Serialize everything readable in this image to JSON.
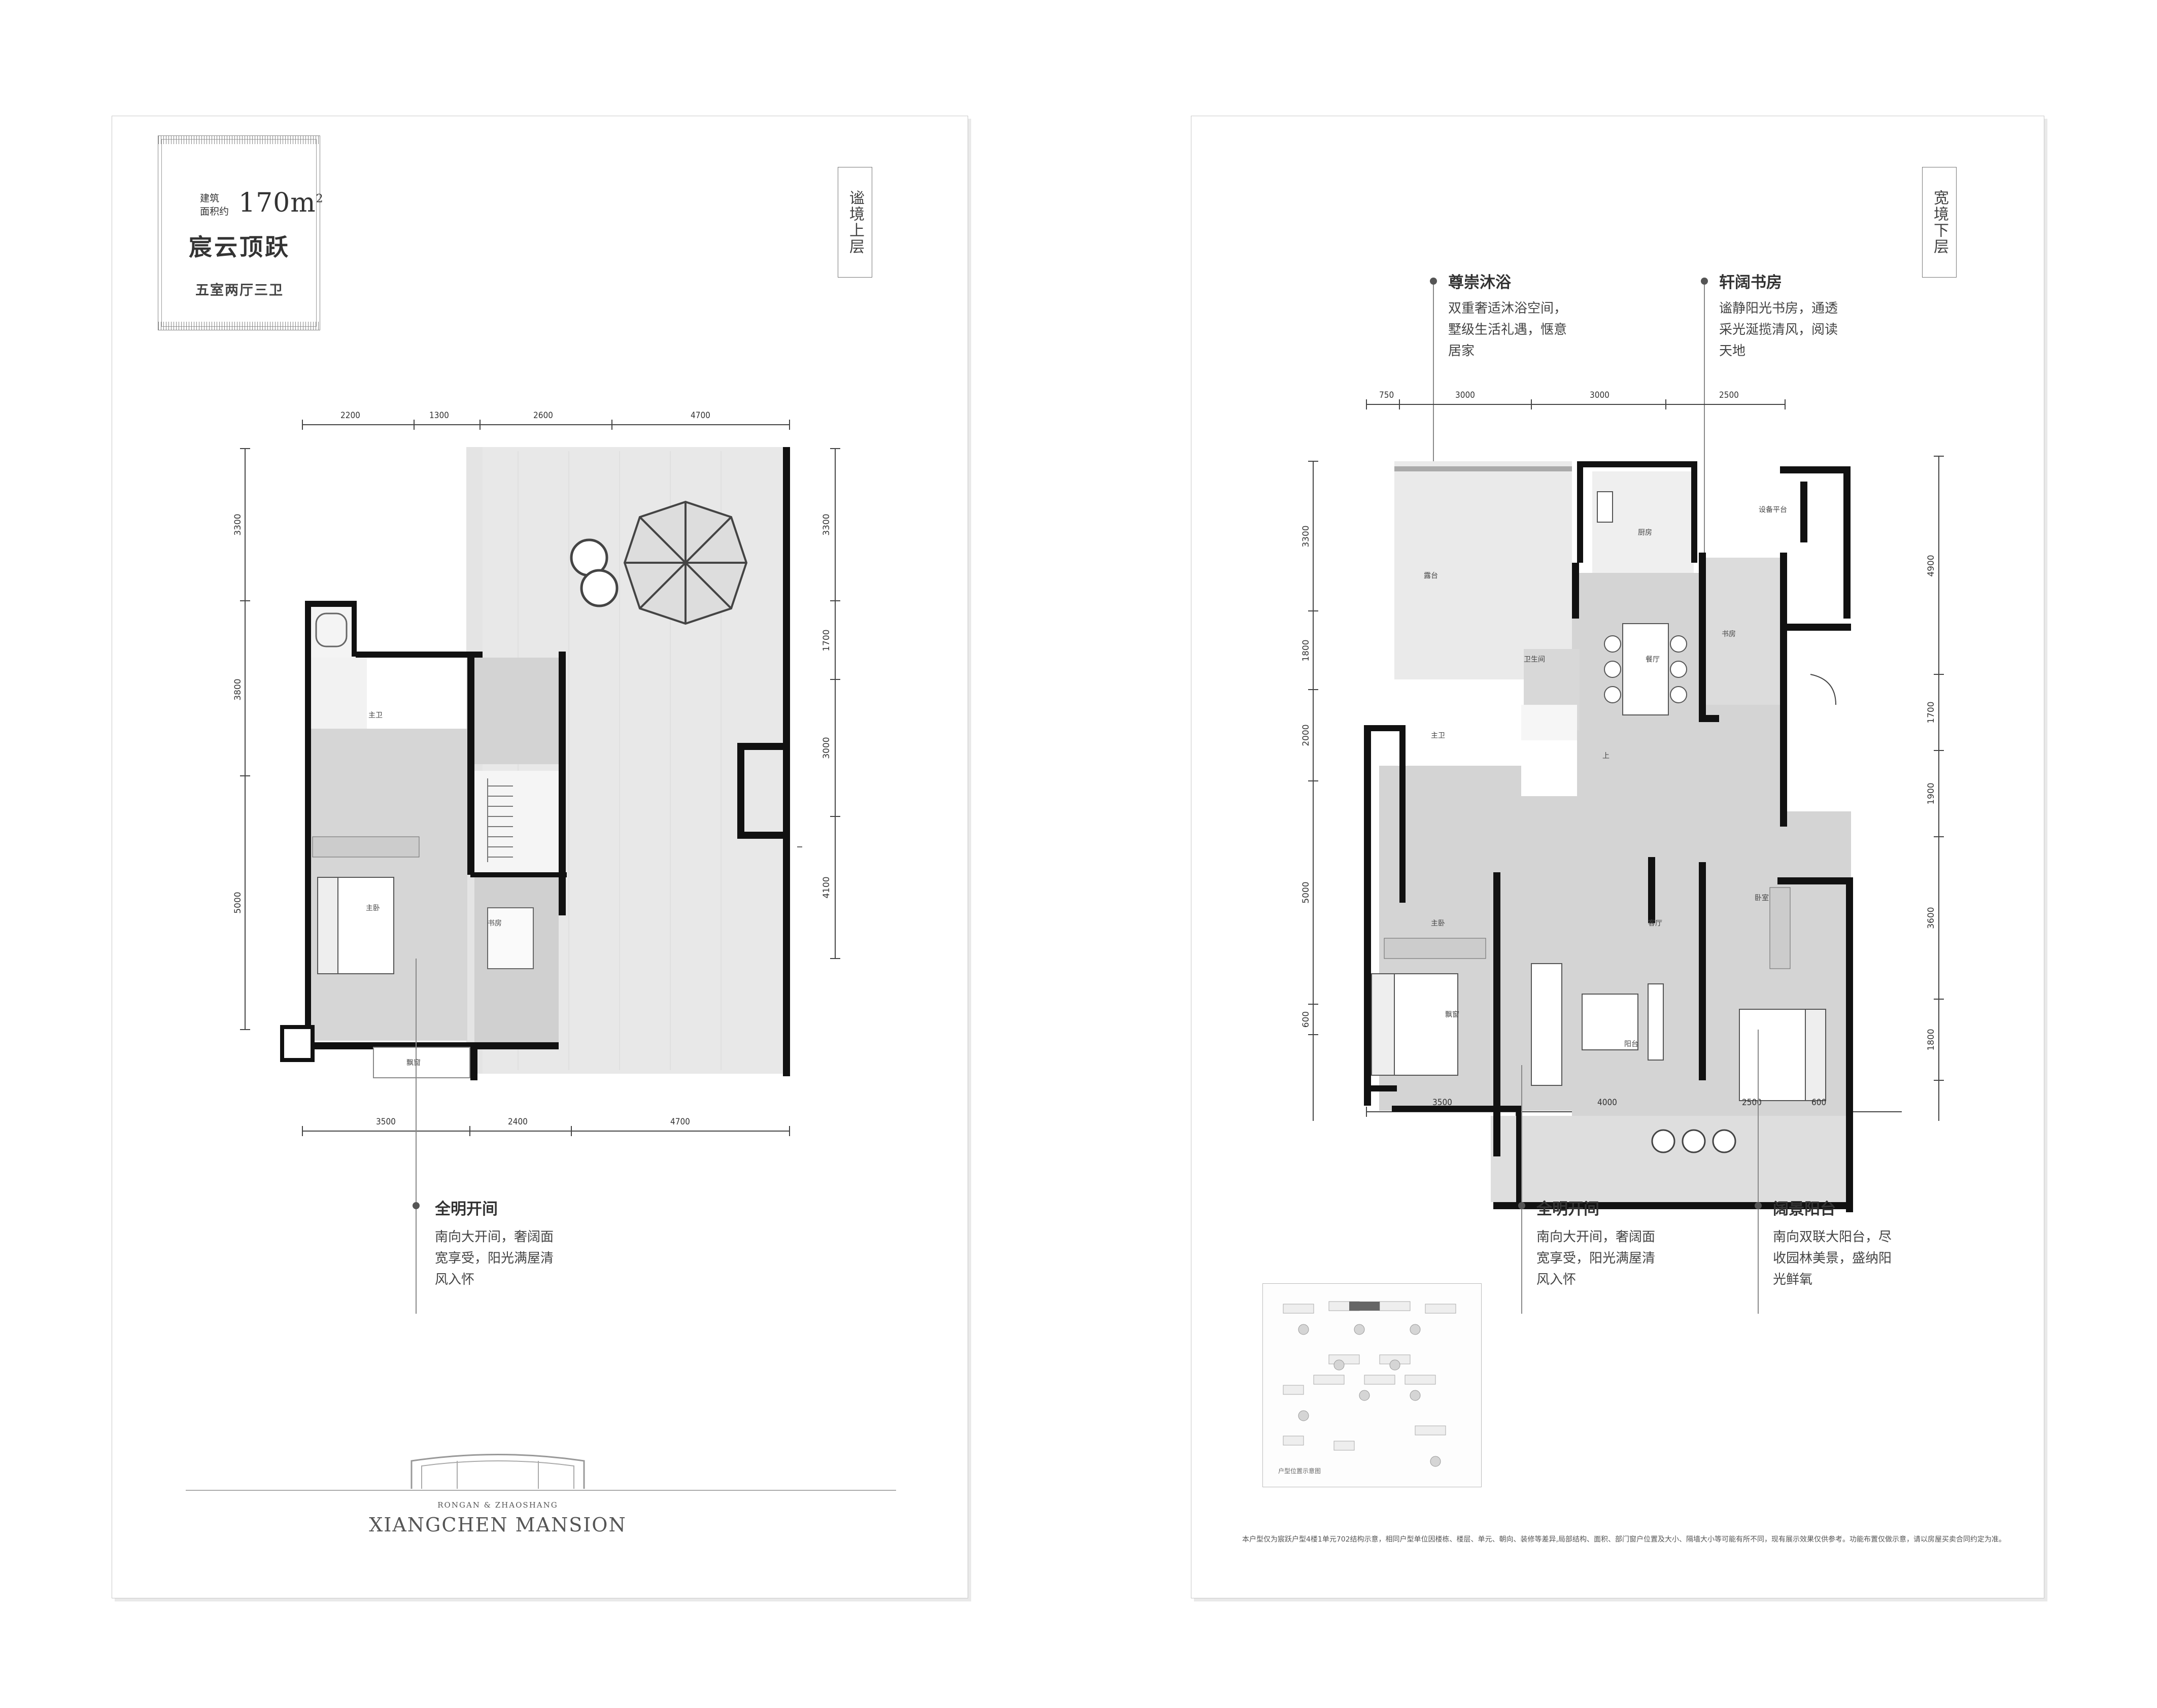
{
  "left": {
    "badge": {
      "area_label_line1": "建筑",
      "area_label_line2": "面积约",
      "area_value": "170m",
      "area_sup": "2",
      "name": "宸云顶跃",
      "layout": "五室两厅三卫"
    },
    "floor_tag": "谧境上层",
    "dims_top": [
      "2200",
      "1300",
      "2600",
      "4700"
    ],
    "dims_bottom": [
      "3500",
      "2400",
      "4700"
    ],
    "dims_left": [
      "3300",
      "3800",
      "5000"
    ],
    "dims_right": [
      "3300",
      "1700",
      "3000",
      "4100"
    ],
    "rooms": {
      "master_bath": "主卫",
      "master_bed": "主卧",
      "study": "书房",
      "bay": "飘窗"
    },
    "callout": {
      "title": "全明开间",
      "body": "南向大开间，奢阔面宽享受，阳光满屋清风入怀"
    },
    "brand": {
      "small": "RONGAN & ZHAOSHANG",
      "big": "XIANGCHEN MANSION"
    }
  },
  "right": {
    "floor_tag": "宽境下层",
    "dims_top": [
      "750",
      "3000",
      "3000",
      "2500"
    ],
    "dims_bottom": [
      "3500",
      "4000",
      "2500",
      "600"
    ],
    "dims_left": [
      "3300",
      "1800",
      "2000",
      "5000",
      "600"
    ],
    "dims_right": [
      "4900",
      "1700",
      "1900",
      "3600",
      "1800"
    ],
    "rooms": {
      "terrace": "露台",
      "kitchen": "厨房",
      "equipment": "设备平台",
      "dining": "餐厅",
      "study": "书房",
      "bath": "卫生间",
      "master_bath": "主卫",
      "master_bed": "主卧",
      "living": "客厅",
      "bedroom": "卧室",
      "bay": "飘窗",
      "balcony": "阳台",
      "stair_up": "上"
    },
    "callouts": [
      {
        "title": "尊崇沐浴",
        "body": "双重奢适沐浴空间，墅级生活礼遇，惬意居家"
      },
      {
        "title": "轩阔书房",
        "body": "谧静阳光书房，通透采光涎揽清风，阅读天地"
      },
      {
        "title": "全明开间",
        "body": "南向大开间，奢阔面宽享受，阳光满屋清风入怀"
      },
      {
        "title": "阔景阳台",
        "body": "南向双联大阳台，尽收园林美景，盛纳阳光鲜氧"
      }
    ],
    "locmap_caption": "户型位置示意图",
    "disclaimer": "本户型仅为宸跃户型4楼1单元702结构示意，相同户型单位因楼栋、楼层、单元、朝向、装修等差异,局部结构、面积、部门窗户位置及大小、隔墙大小等可能有所不同，现有展示效果仅供参考。功能布置仅做示意，请以房屋买卖合同约定为准。"
  }
}
